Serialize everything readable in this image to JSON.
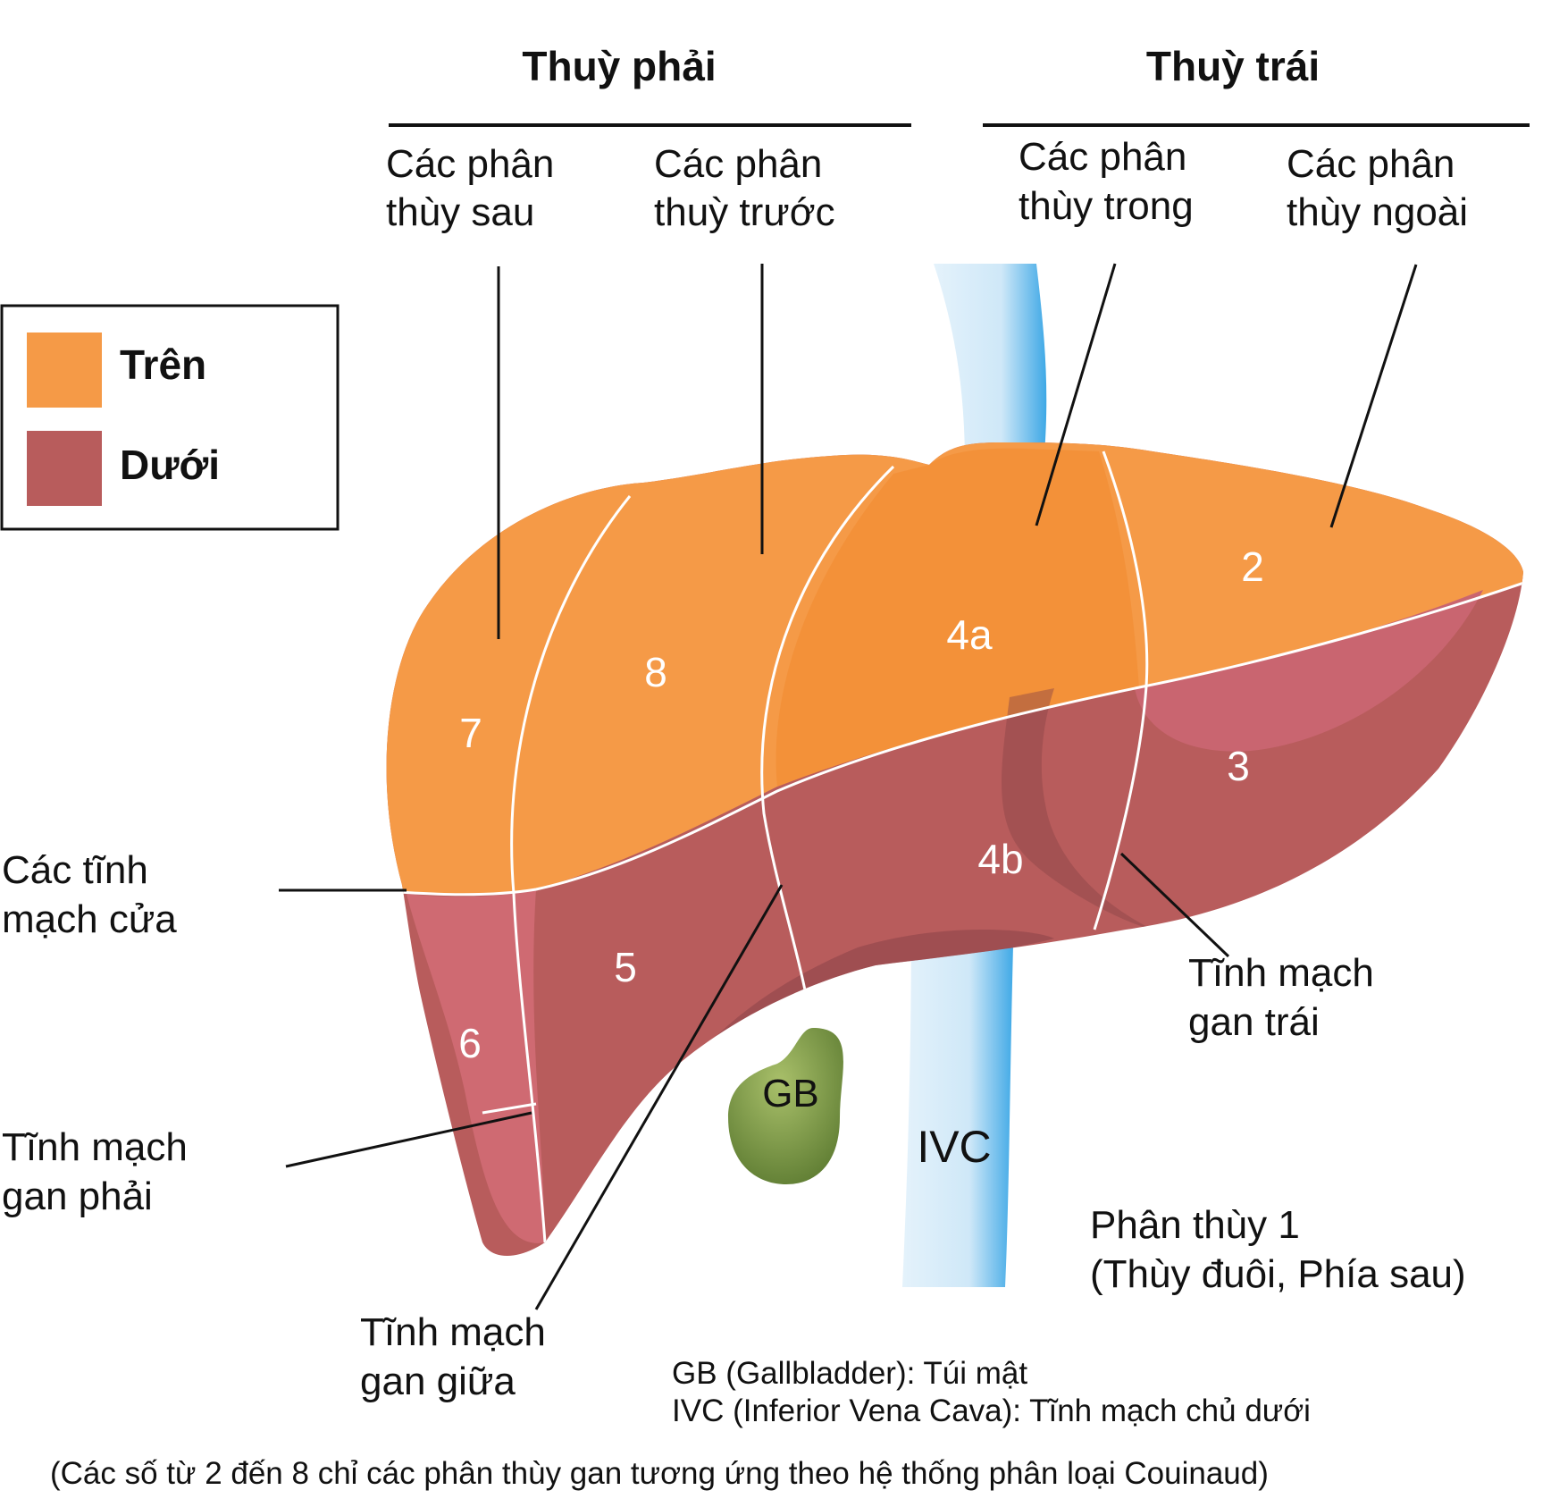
{
  "headers": {
    "right_lobe": "Thuỳ phải",
    "left_lobe": "Thuỳ trái"
  },
  "section_labels": {
    "posterior": [
      "Các phân",
      "thùy sau"
    ],
    "anterior": [
      "Các phân",
      "thuỳ trước"
    ],
    "medial": [
      "Các phân",
      "thùy trong"
    ],
    "lateral": [
      "Các phân",
      "thùy ngoài"
    ]
  },
  "legend": {
    "superior": {
      "label": "Trên",
      "color": "#f59a47"
    },
    "inferior": {
      "label": "Dưới",
      "color": "#b85c5c"
    }
  },
  "segments": {
    "s2": "2",
    "s3": "3",
    "s4a": "4a",
    "s4b": "4b",
    "s5": "5",
    "s6": "6",
    "s7": "7",
    "s8": "8"
  },
  "vessel_labels": {
    "portal_veins": [
      "Các tĩnh",
      "mạch cửa"
    ],
    "right_hepatic_vein": [
      "Tĩnh mạch",
      "gan phải"
    ],
    "middle_hepatic_vein": [
      "Tĩnh mạch",
      "gan giữa"
    ],
    "left_hepatic_vein": [
      "Tĩnh mạch",
      "gan trái"
    ],
    "caudate": [
      "Phân thùy 1",
      "(Thùy đuôi, Phía sau)"
    ]
  },
  "organ_labels": {
    "gallbladder": "GB",
    "ivc": "IVC"
  },
  "notes": {
    "gb": "GB (Gallbladder): Túi mật",
    "ivc": "IVC (Inferior Vena Cava): Tĩnh mạch chủ dưới",
    "footer": "(Các số từ 2 đến 8 chỉ các phân thùy gan tương ứng theo hệ thống phân loại Couinaud)"
  },
  "colors": {
    "superior": "#f59a47",
    "inferior": "#b85c5c",
    "ivc_light": "#d6ecfa",
    "ivc_dark": "#3ea8e6",
    "gallbladder": "#6f8f3a"
  }
}
